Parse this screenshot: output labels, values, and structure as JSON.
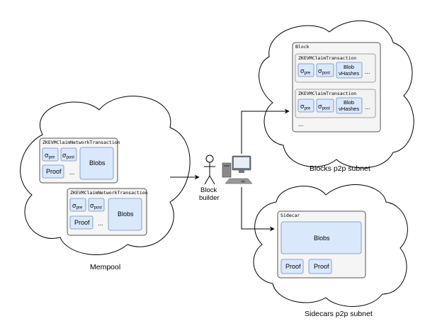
{
  "captions": {
    "mempool": "Mempool",
    "blocks_subnet": "Blocks p2p subnet",
    "sidecars_subnet": "Sidecars p2p subnet",
    "builder_line1": "Block",
    "builder_line2": "builder"
  },
  "mempool": {
    "tx_title": "ZKEVMClaimNetworkTransaction",
    "sigma": "σ",
    "pre": "pre",
    "post": "post",
    "proof": "Proof",
    "blobs": "Blobs",
    "ellipsis": "..."
  },
  "block": {
    "title": "Block",
    "tx_title": "ZKEVMClaimTransaction",
    "sigma": "σ",
    "pre": "pre",
    "post": "post",
    "blob_line1": "Blob",
    "blob_line2": "vHashes",
    "ellipsis": "...",
    "more": "..."
  },
  "sidecar": {
    "title": "Sidecar",
    "blobs": "Blobs",
    "proof1": "Proof",
    "proof2": "Proof"
  },
  "colors": {
    "blue_fill": "#dae8fc",
    "blue_stroke": "#6c8ebf",
    "container_fill": "#f5f5f5"
  },
  "icons": [
    "stick-figure-icon",
    "computer-icon",
    "arrow-icon"
  ]
}
